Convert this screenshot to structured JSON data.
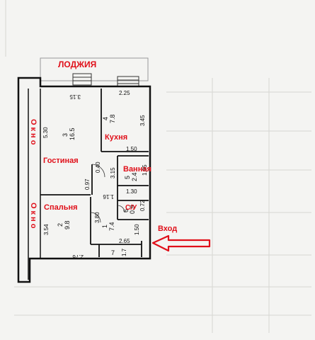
{
  "labels": {
    "loggia": "ЛОДЖИЯ",
    "window": "Окно",
    "living": "Гостиная",
    "kitchen": "Кухня",
    "bath": "Ванная",
    "bedroom": "Спальня",
    "wc": "С/У",
    "entrance": "Вход"
  },
  "dimensions": {
    "top_left": "3.15",
    "top_right": "2.25",
    "living_height": "5.30",
    "kitchen_height": "3.45",
    "kitchen_width": "1.50",
    "partition_1": "3.15",
    "partition_2": "0.40",
    "partition_3": "0.97",
    "bath_width": "1.16",
    "bath_height": "1.95",
    "wc_width": "1.30",
    "wc_height": "0.72",
    "corridor": "3.80",
    "bedroom_height": "3.54",
    "bedroom_width": "2.76",
    "hall_width": "2.65",
    "hall_height": "1.50",
    "small_1": "1.7"
  },
  "rooms": {
    "living": {
      "num": "3",
      "area": "16.5"
    },
    "kitchen": {
      "num": "4",
      "area": "7.8"
    },
    "bath": {
      "num": "5",
      "area": "2.4"
    },
    "wc": {
      "num": "6",
      "area": "0.9"
    },
    "bedroom": {
      "num": "2",
      "area": "9.8"
    },
    "hall": {
      "num": "1",
      "area": "7.4"
    },
    "closet": {
      "num": "7",
      "area": ""
    }
  },
  "colors": {
    "accent": "#e0101a",
    "wall": "#111111",
    "paper": "#f4f4f2"
  }
}
